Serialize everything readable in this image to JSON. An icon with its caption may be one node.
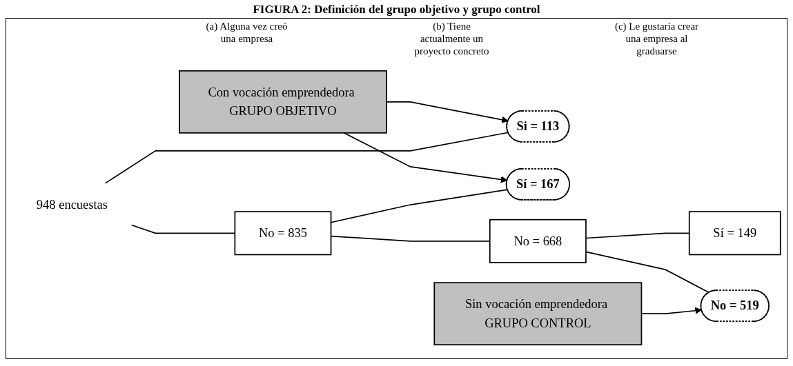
{
  "diagram": {
    "title": "FIGURA 2: Definición del grupo objetivo y grupo control",
    "nodes": [
      {
        "text": [
          "Con vocación emprendedora GRUPO OBJETIVO"
        ]
      },
      {
        "text": [
          "948 encuestas"
        ]
      },
      {
        "text": [
          "Si = 113"
        ]
      },
      {
        "text": [
          "No = 835"
        ]
      },
      {
        "text": [
          "Sí = 167"
        ]
      },
      {
        "text": [
          "No = 668"
        ]
      },
      {
        "text": [
          "Sí = 149"
        ]
      },
      {
        "text": [
          "No = 519"
        ]
      },
      {
        "text": [
          "Sin vocación emprendedora GRUPO CONTROL"
        ]
      }
    ],
    "edges": [
      {
        "from": 0,
        "to": 2,
        "arrow": "to"
      },
      {
        "from": 0,
        "to": 4,
        "arrow": "to"
      },
      {
        "from": 1,
        "to": 2,
        "arrow": "none"
      },
      {
        "from": 1,
        "to": 3,
        "arrow": "none"
      },
      {
        "from": 3,
        "to": 4,
        "arrow": "none"
      },
      {
        "from": 3,
        "to": 5,
        "arrow": "none"
      },
      {
        "from": 5,
        "to": 6,
        "arrow": "none"
      },
      {
        "from": 5,
        "to": 7,
        "arrow": "none"
      },
      {
        "from": 8,
        "to": 7,
        "arrow": "to"
      }
    ],
    "labels": [
      "(a) Alguna vez creó una empresa",
      "(b) Tiene actualmente un proyecto concreto",
      "(c) Le gustaría crear una empresa al graduarse"
    ]
  }
}
